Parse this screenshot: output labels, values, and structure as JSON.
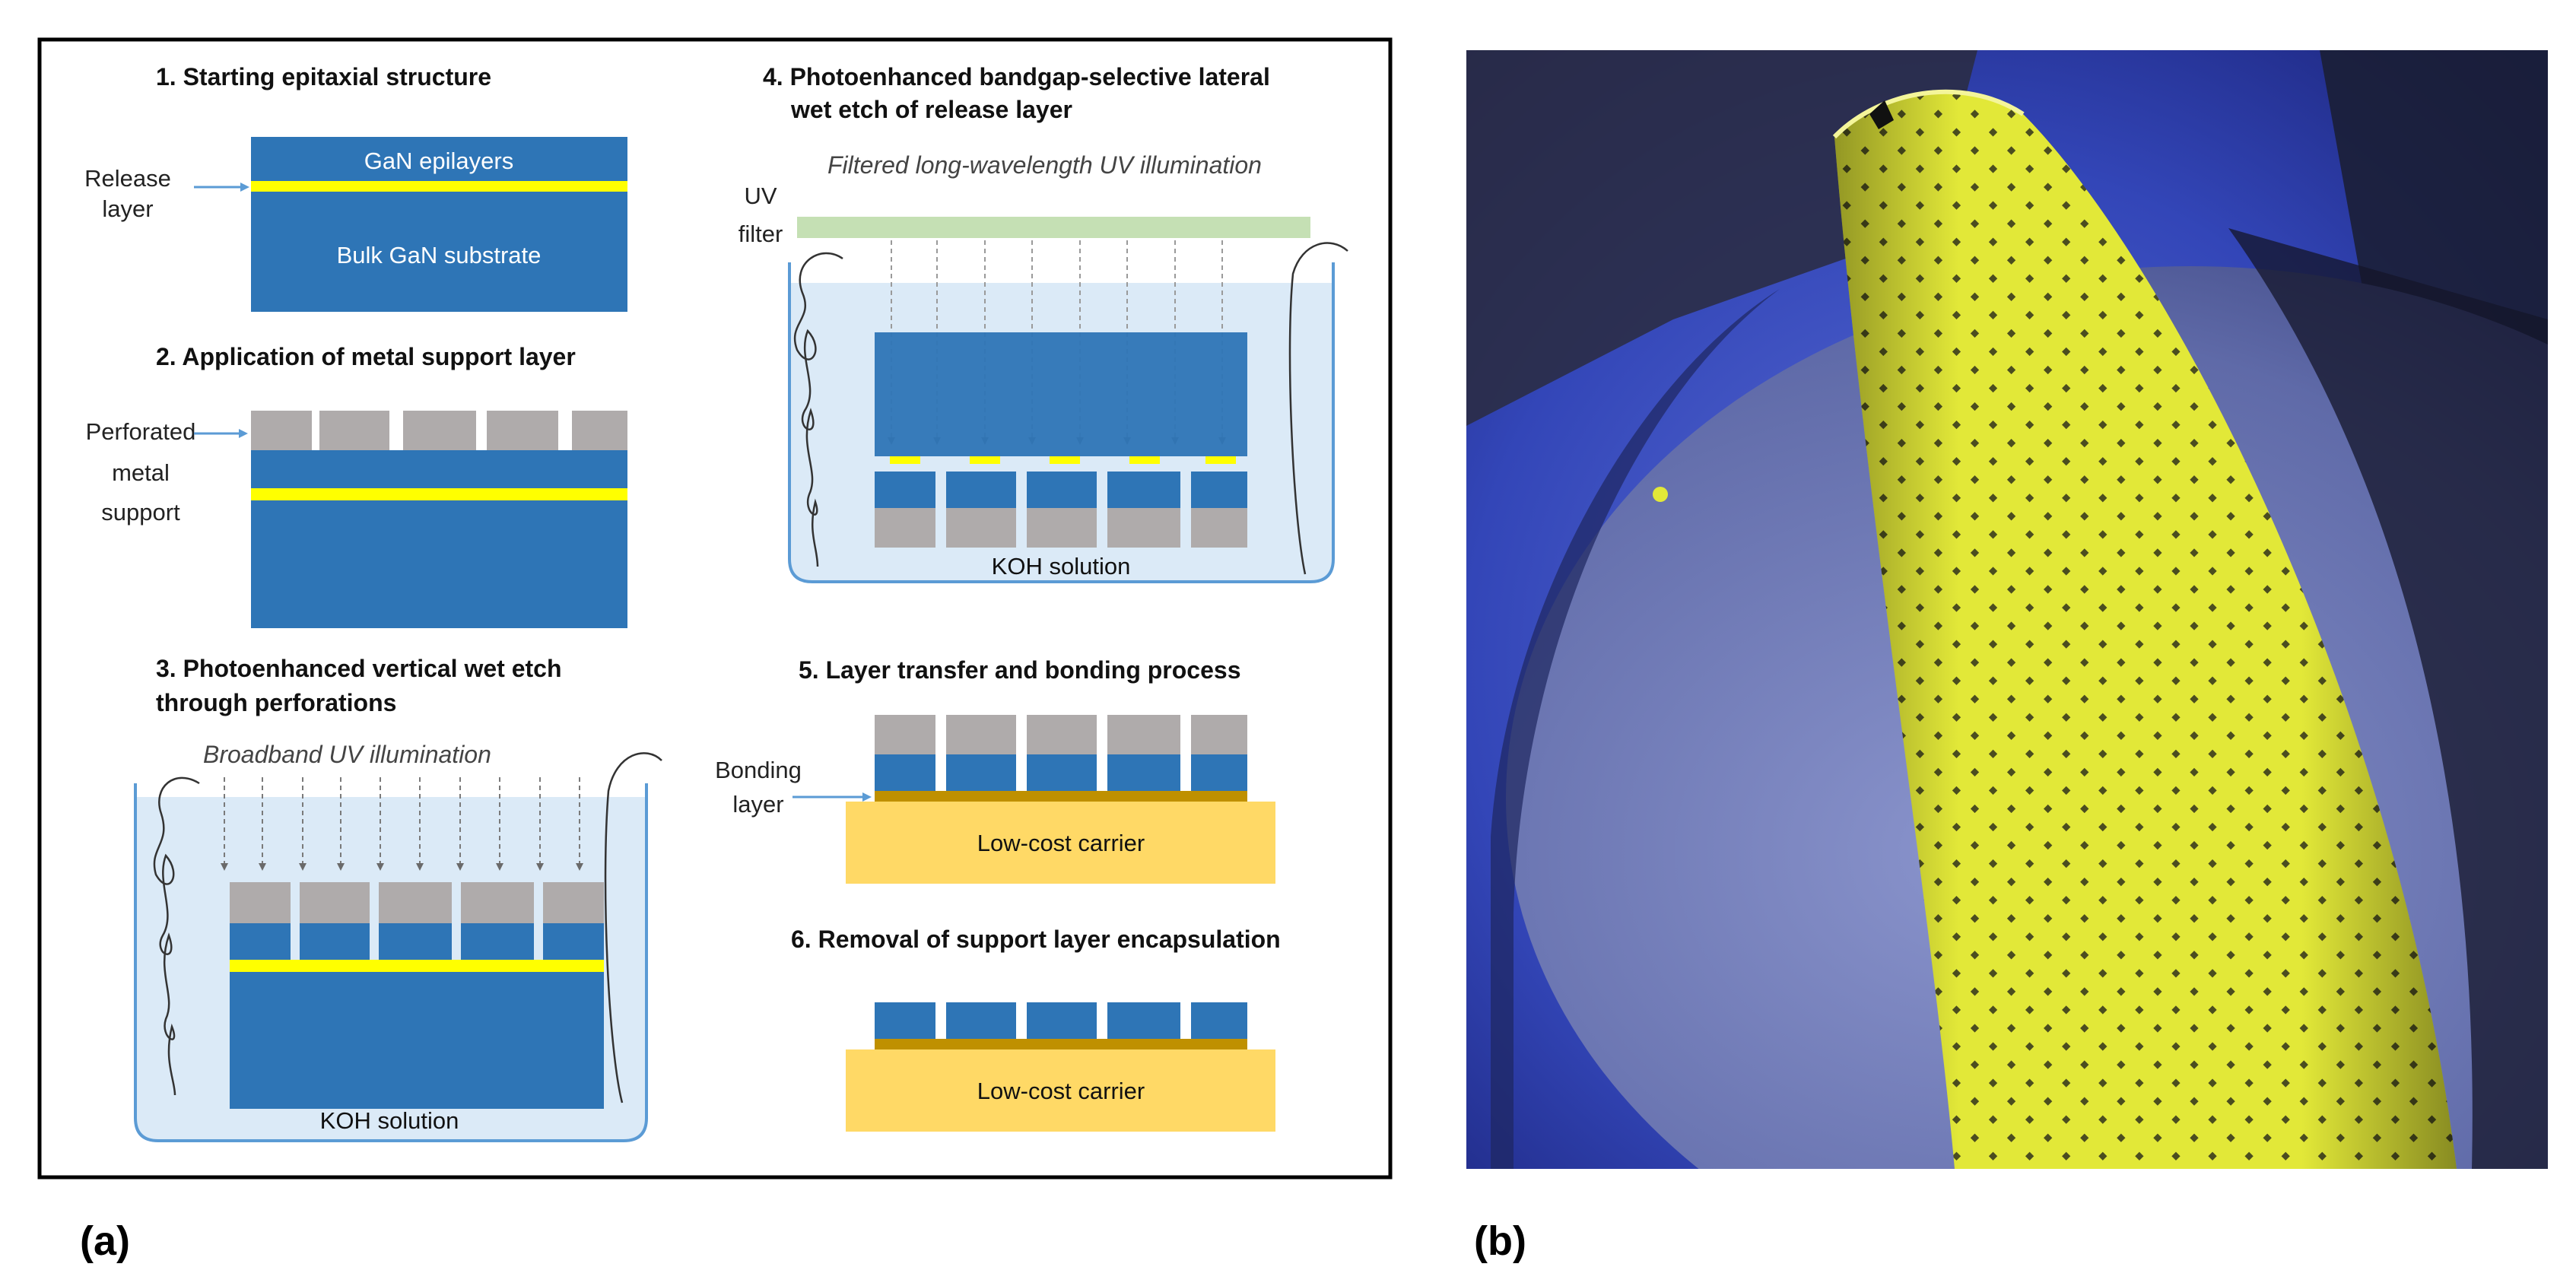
{
  "panel_a": {
    "label": "(a)",
    "steps": [
      {
        "title": "1. Starting epitaxial structure",
        "release_label_1": "Release",
        "release_label_2": "layer",
        "epi_label": "GaN epilayers",
        "substrate_label": "Bulk GaN substrate"
      },
      {
        "title": "2. Application of metal support layer",
        "support_label_1": "Perforated",
        "support_label_2": "metal",
        "support_label_3": "support"
      },
      {
        "title_line_1": "3. Photoenhanced vertical wet etch",
        "title_line_2": "through perforations",
        "illumination": "Broadband UV illumination",
        "solution": "KOH solution"
      },
      {
        "title_line_1": "4. Photoenhanced bandgap-selective lateral",
        "title_line_2": "wet etch of release layer",
        "illumination": "Filtered long-wavelength UV illumination",
        "filter_label_1": "UV",
        "filter_label_2": "filter",
        "solution": "KOH solution"
      },
      {
        "title": "5. Layer transfer and bonding process",
        "bonding_label_1": "Bonding",
        "bonding_label_2": "layer",
        "carrier": "Low-cost carrier"
      },
      {
        "title": "6. Removal of support layer encapsulation",
        "carrier": "Low-cost carrier"
      }
    ]
  },
  "panel_b": {
    "label": "(b)"
  },
  "colors": {
    "gan_blue": "#2e75b6",
    "release_yellow": "#ffff00",
    "metal_gray": "#afabab",
    "solution_blue": "#dbeaf7",
    "beaker_outline": "#5b9bd5",
    "filter_green": "#c5e0b4",
    "carrier_yellow": "#ffd966",
    "bond_gold": "#bf9000",
    "photo_blue_bg": "#2c3fb0",
    "photo_mesh_yellow": "#e2e838"
  }
}
